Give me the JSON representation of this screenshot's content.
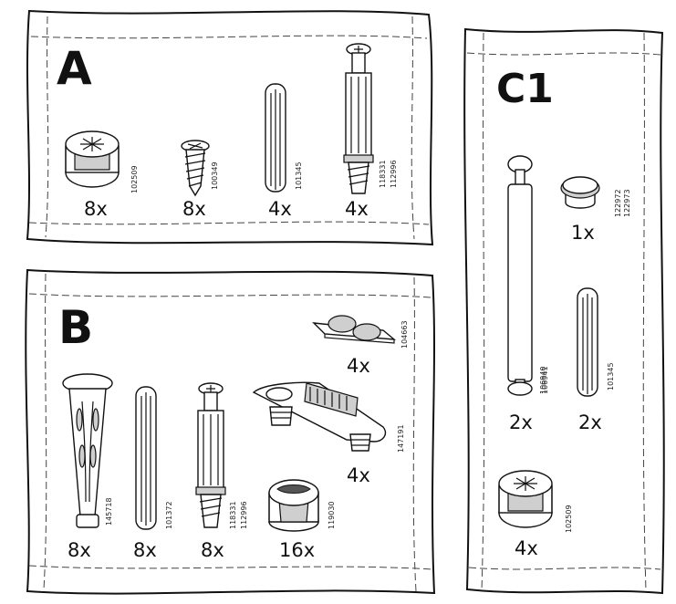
{
  "bags": [
    {
      "label": "A",
      "parts": [
        {
          "name": "cam-lock",
          "qty": "8x",
          "codes": [
            "102509"
          ]
        },
        {
          "name": "screw",
          "qty": "8x",
          "codes": [
            "100349"
          ]
        },
        {
          "name": "wooden-dowel",
          "qty": "4x",
          "codes": [
            "101345"
          ]
        },
        {
          "name": "cam-bolt",
          "qty": "4x",
          "codes": [
            "118331",
            "112996"
          ]
        }
      ]
    },
    {
      "label": "B",
      "parts": [
        {
          "name": "plastic-wall-plug",
          "qty": "8x",
          "codes": [
            "145718"
          ]
        },
        {
          "name": "wooden-dowel",
          "qty": "8x",
          "codes": [
            "101372"
          ]
        },
        {
          "name": "cam-bolt",
          "qty": "8x",
          "codes": [
            "118331",
            "112996"
          ]
        },
        {
          "name": "cam-lock",
          "qty": "16x",
          "codes": [
            "119030"
          ]
        },
        {
          "name": "adhesive-bumpers",
          "qty": "4x",
          "codes": [
            "104663"
          ]
        },
        {
          "name": "drawer-clip",
          "qty": "4x",
          "codes": [
            "147191"
          ]
        }
      ]
    },
    {
      "label": "C1",
      "parts": [
        {
          "name": "cap",
          "qty": "1x",
          "codes": [
            "122972",
            "122973"
          ]
        },
        {
          "name": "long-connector-bolt",
          "qty": "2x",
          "codes": [
            "106940",
            "106941"
          ]
        },
        {
          "name": "wooden-dowel",
          "qty": "2x",
          "codes": [
            "101345"
          ]
        },
        {
          "name": "cam-lock",
          "qty": "4x",
          "codes": [
            "102509"
          ]
        }
      ]
    }
  ]
}
